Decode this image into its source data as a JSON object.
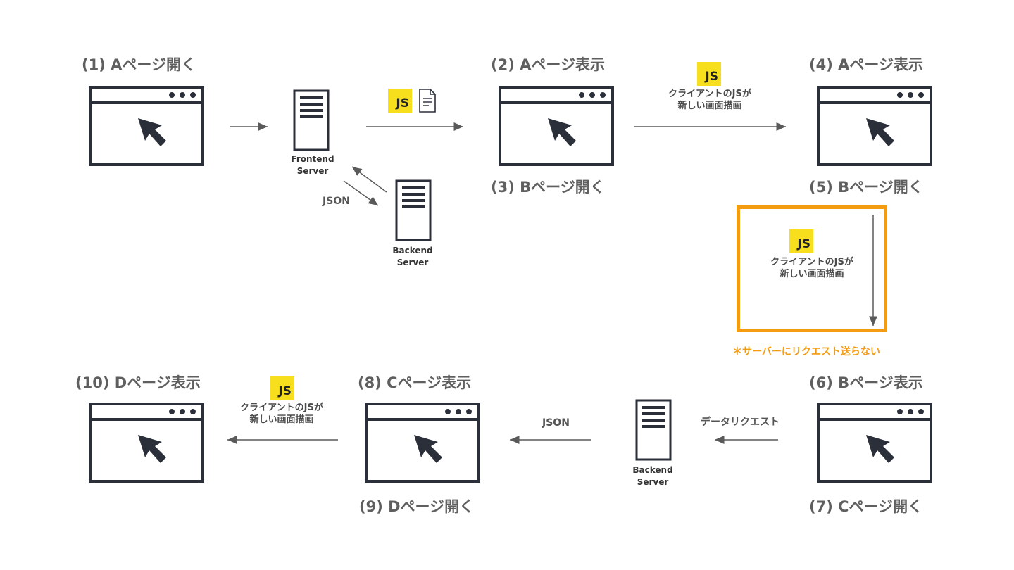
{
  "steps": {
    "s1": "(1) Aページ開く",
    "s2": "(2) Aページ表示",
    "s3": "(3) Bページ開く",
    "s4": "(4) Aページ表示",
    "s5": "(5) Bページ開く",
    "s6": "(6) Bページ表示",
    "s7": "(7) Cページ開く",
    "s8": "(8) Cページ表示",
    "s9": "(9) Dページ開く",
    "s10": "(10) Dページ表示"
  },
  "servers": {
    "frontend_line1": "Frontend",
    "frontend_line2": "Server",
    "backend_line1": "Backend",
    "backend_line2": "Server"
  },
  "badges": {
    "js": "JS"
  },
  "captions": {
    "client_render_line1": "クライアントのJSが",
    "client_render_line2": "新しい画面描画",
    "json": "JSON",
    "data_request": "データリクエスト"
  },
  "note": "＊サーバーにリクエスト送らない",
  "colors": {
    "frame": "#2b2f3a",
    "js_badge": "#f7df1e",
    "highlight": "#f39c12",
    "arrow": "#5a5a5a"
  }
}
